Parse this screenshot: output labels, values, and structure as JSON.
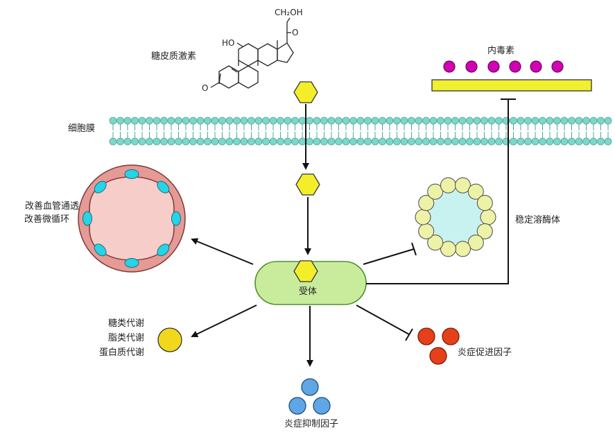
{
  "labels": {
    "glucocorticoid": "糖皮质激素",
    "endotoxin": "内毒素",
    "cell_membrane": "细胞膜",
    "receptor": "受体",
    "stabilize_lysosome": "稳定溶酶体",
    "improve_blood_vessel": "改善血管通透",
    "improve_microcirculation": "改善微循环",
    "glucose_metabolism": "糖类代谢",
    "lipid_metabolism": "脂类代谢",
    "protein_metabolism": "蛋白质代谢",
    "pro_inflammatory": "炎症促进因子",
    "anti_inflammatory": "炎症抑制因子"
  },
  "molecule_labels": {
    "ch2oh": "CH₂OH",
    "carbonyl_o": "O",
    "ho": "HO",
    "ketone_o": "O"
  },
  "colors": {
    "membrane_head": "#7fd6c8",
    "membrane_head_stroke": "#4aa89a",
    "endotoxin_dot": "#d400b4",
    "endotoxin_bar": "#f0f030",
    "hexagon": "#f4ee2a",
    "receptor": "#c9ec9c",
    "receptor_stroke": "#5a9a3a",
    "lysosome_bead": "#eef2a6",
    "lysosome_inner": "#c8f2ef",
    "vessel_outer": "#e59a96",
    "vessel_inner": "#f7cdc9",
    "vessel_nucleus": "#27d3e6",
    "metabolism_dot": "#f2d81c",
    "pro_inflammatory_dot": "#e5401a",
    "anti_inflammatory_dot": "#5fa6e6",
    "arrow": "#111111"
  }
}
